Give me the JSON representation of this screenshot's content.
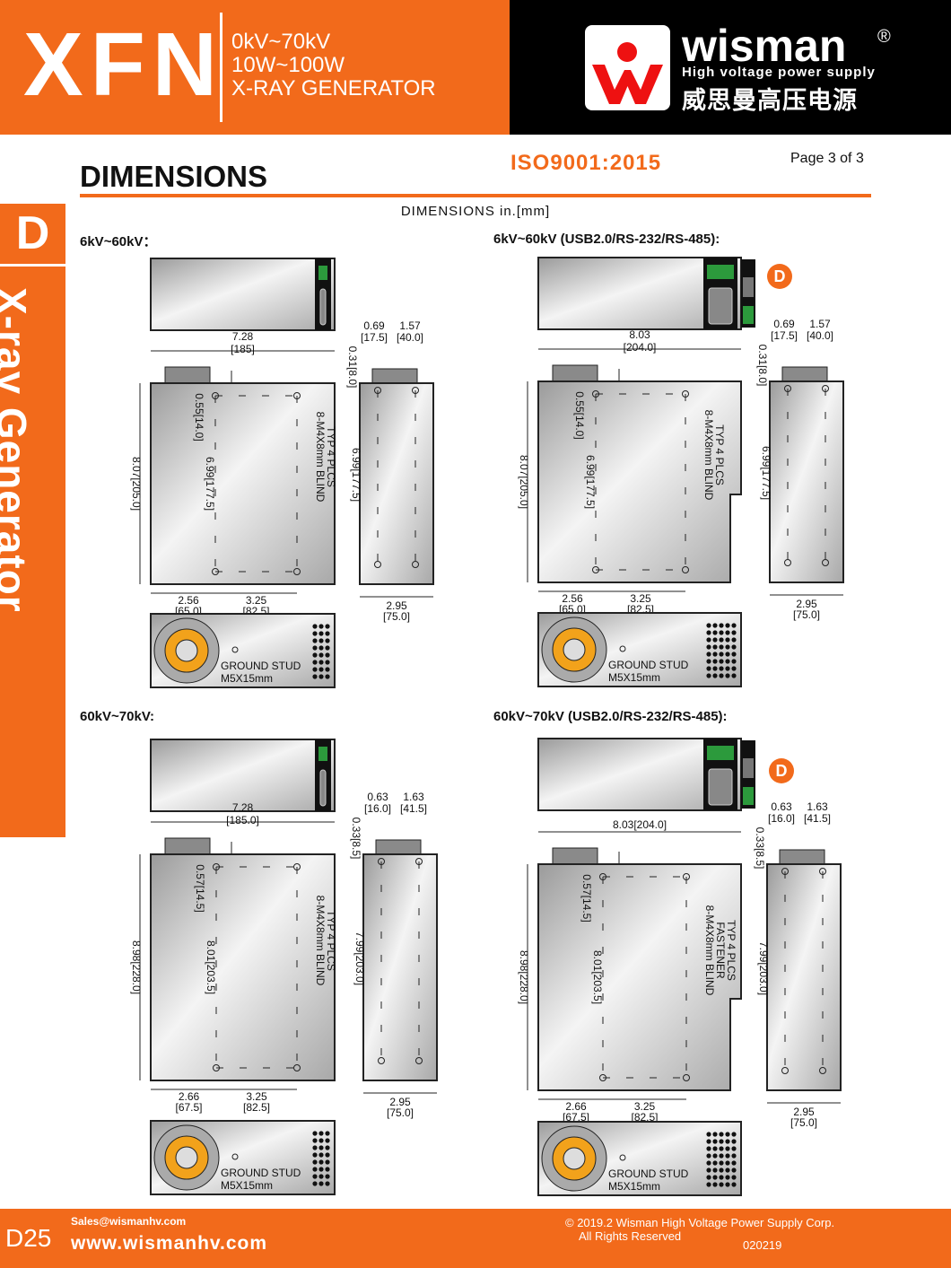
{
  "header": {
    "product": "XFN",
    "specs": [
      "0kV~70kV",
      "10W~100W",
      "X-RAY GENERATOR"
    ],
    "brand": "wisman",
    "registered": "®",
    "tagline": "High voltage power supply",
    "brand_cn": "威思曼高压电源",
    "logo_letter": "W"
  },
  "title": "DIMENSIONS",
  "iso": "ISO9001:2015",
  "page": "Page 3 of  3",
  "dims_caption": "DIMENSIONS  in.[mm]",
  "side_tab": {
    "letter": "D",
    "text": "X-ray Generator"
  },
  "sections": {
    "tl": "6kV~60kV：",
    "tr": "6kV~60kV (USB2.0/RS-232/RS-485):",
    "bl": "60kV~70kV:",
    "br": "60kV~70kV (USB2.0/RS-232/RS-485):"
  },
  "badge": "D",
  "drawings": {
    "tl": {
      "width": [
        "7.28",
        "[185]"
      ],
      "height": "8.07[205.0]",
      "off1": "0.55[14.0]",
      "inner": "6.99[177.5]",
      "note": [
        "8-M4X8mm BLIND",
        "TYP 4 PLCS"
      ],
      "bot_a": [
        "2.56",
        "[65.0]"
      ],
      "bot_b": [
        "3.25",
        "[82.5]"
      ],
      "side_top": [
        "0.69",
        "1.57",
        "[17.5]",
        "[40.0]"
      ],
      "side_off": "0.31[8.0]",
      "side_in": "6.99[177.5]",
      "side_w": [
        "2.95",
        "[75.0]"
      ],
      "stud": [
        "GROUND STUD",
        "M5X15mm"
      ]
    },
    "tr": {
      "width": [
        "8.03",
        "[204.0]"
      ],
      "height": "8.07[205.0]",
      "off1": "0.55[14.0]",
      "inner": "6.99[177.5]",
      "note": [
        "8-M4X8mm BLIND",
        "TYP 4 PLCS"
      ],
      "bot_a": [
        "2.56",
        "[65.0]"
      ],
      "bot_b": [
        "3.25",
        "[82.5]"
      ],
      "side_top": [
        "0.69",
        "1.57",
        "[17.5]",
        "[40.0]"
      ],
      "side_off": "0.31[8.0]",
      "side_in": "6.99[177.5]",
      "side_w": [
        "2.95",
        "[75.0]"
      ],
      "stud": [
        "GROUND STUD",
        "M5X15mm"
      ]
    },
    "bl": {
      "width": [
        "7.28",
        "[185.0]"
      ],
      "height": "8.98[228.0]",
      "off1": "0.57[14.5]",
      "inner": "8.01[203.5]",
      "note": [
        "8-M4X8mm BLIND",
        "TYP 4 PLCS"
      ],
      "bot_a": [
        "2.66",
        "[67.5]"
      ],
      "bot_b": [
        "3.25",
        "[82.5]"
      ],
      "side_top": [
        "0.63",
        "1.63",
        "[16.0]",
        "[41.5]"
      ],
      "side_off": "0.33[8.5]",
      "side_in": "7.99[203.0]",
      "side_w": [
        "2.95",
        "[75.0]"
      ],
      "stud": [
        "GROUND STUD",
        "M5X15mm"
      ]
    },
    "br": {
      "width": [
        "8.03[204.0]",
        ""
      ],
      "height": "8.98[228.0]",
      "off1": "0.57[14.5]",
      "inner": "8.01[203.5]",
      "note": [
        "8-M4X8mm BLIND",
        "FASTENER",
        "TYP 4 PLCS"
      ],
      "bot_a": [
        "2.66",
        "[67.5]"
      ],
      "bot_b": [
        "3.25",
        "[82.5]"
      ],
      "side_top": [
        "0.63",
        "1.63",
        "[16.0]",
        "[41.5]"
      ],
      "side_off": "0.33[8.5]",
      "side_in": "7.99[203.0]",
      "side_w": [
        "2.95",
        "[75.0]"
      ],
      "stud": [
        "GROUND STUD",
        "M5X15mm"
      ]
    }
  },
  "footer": {
    "page_code": "D25",
    "email": "Sales@wismanhv.com",
    "website": "www.wismanhv.com",
    "copyright": "© 2019.2 Wisman High Voltage Power Supply Corp.",
    "rights": "All Rights Reserved",
    "doc_code": "020219"
  }
}
